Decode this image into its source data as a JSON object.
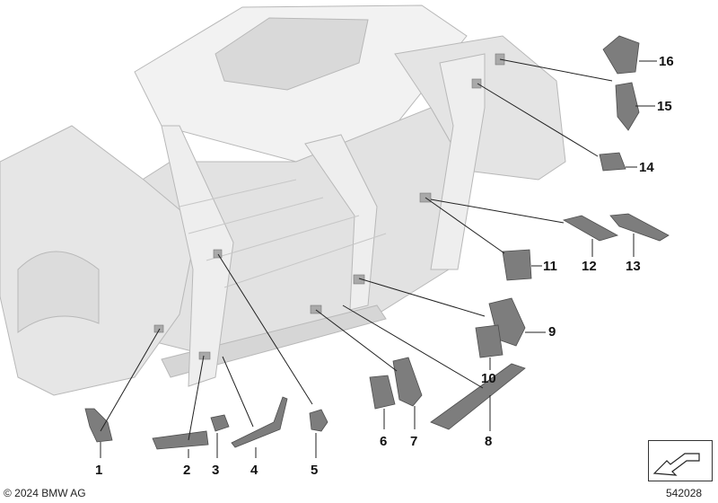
{
  "callouts": [
    "1",
    "2",
    "3",
    "4",
    "5",
    "6",
    "7",
    "8",
    "9",
    "10",
    "11",
    "12",
    "13",
    "14",
    "15",
    "16"
  ],
  "copyright": "© 2024 BMW AG",
  "diagram_id": "542028",
  "nav_icon": "arrow-icon",
  "colors": {
    "body": "#e9e9e9",
    "outline": "#b5b5b5",
    "part": "#7a7a7a",
    "leader": "#222222"
  }
}
